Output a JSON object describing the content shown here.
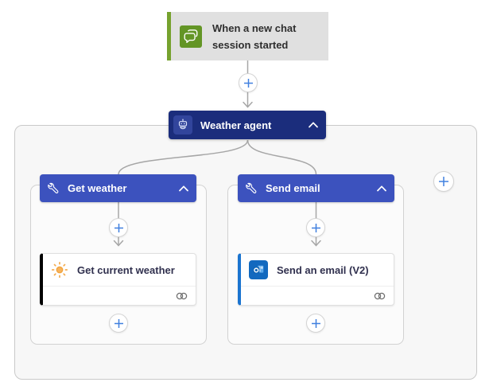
{
  "trigger": {
    "title": "When a new chat session started",
    "icon": "chat-bubbles-icon"
  },
  "agent": {
    "title": "Weather agent",
    "icon": "bot-icon",
    "collapse_icon": "chevron-up-icon",
    "collapsed": false
  },
  "tools": [
    {
      "title": "Get weather",
      "icon": "wrench-icon",
      "collapse_icon": "chevron-up-icon",
      "action": {
        "title": "Get current weather",
        "icon": "sun-icon",
        "connection_icon": "linked-rings-icon",
        "accent_color": "#000000"
      }
    },
    {
      "title": "Send email",
      "icon": "wrench-icon",
      "collapse_icon": "chevron-up-icon",
      "action": {
        "title": "Send an email (V2)",
        "icon": "outlook-icon",
        "connection_icon": "linked-rings-icon",
        "accent_color": "#1b74d0"
      }
    }
  ],
  "plus": {
    "symbol": "+",
    "count": 6
  },
  "icons": {
    "trigger": "chat-bubbles-icon",
    "agent": "bot-icon",
    "tool": "wrench-icon",
    "collapse": "chevron-up-icon",
    "insert": "plus-icon",
    "connection": "linked-rings-icon",
    "connector_arrow": "arrow-down-icon",
    "weather_action": "sun-icon",
    "email_action": "outlook-icon"
  },
  "colors": {
    "trigger_bar_green": "#76a22e",
    "trigger_icon_green": "#639525",
    "trigger_bg_gray": "#e0e0e0",
    "trigger_text": "#2e2e2e",
    "agent_navy": "#1b2d7c",
    "agent_icon_chip": "#32459c",
    "tool_blue": "#3c52be",
    "connector_gray": "#a6a6a6",
    "plus_blue": "#4080df",
    "weather_accent_black": "#000000",
    "outlook_accent_blue": "#1b74d0",
    "outlook_icon_blue": "#1269bf",
    "sun_orange": "#f2a33c",
    "card_text": "#30304e",
    "container_bg": "#f7f7f7",
    "scope_bg": "#fbfbfb"
  }
}
